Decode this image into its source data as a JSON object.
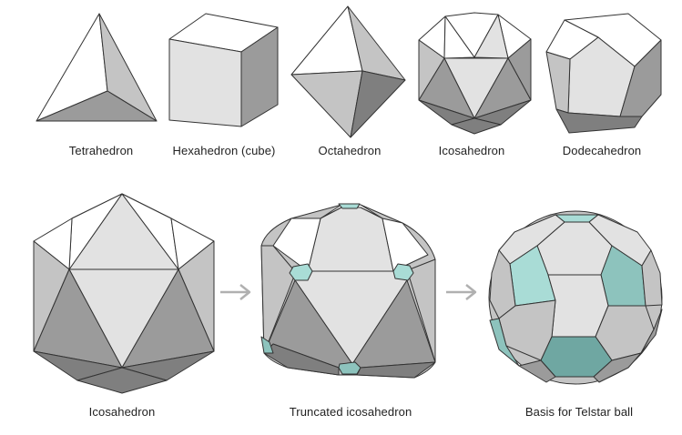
{
  "colors": {
    "face_white": "#ffffff",
    "face_light": "#e2e2e2",
    "face_mid": "#c4c4c4",
    "face_dark": "#9b9b9b",
    "face_darker": "#7f7f7f",
    "teal_light": "#a9dcd6",
    "teal_mid": "#8dc3bd",
    "teal_dark": "#6fa7a2",
    "edge": "#333333",
    "arrow": "#b0b0b0",
    "text": "#222222"
  },
  "labels": {
    "tetrahedron": "Tetrahedron",
    "hexahedron": "Hexahedron (cube)",
    "octahedron": "Octahedron",
    "icosahedron_small": "Icosahedron",
    "dodecahedron": "Dodecahedron",
    "icosahedron_large": "Icosahedron",
    "truncated": "Truncated icosahedron",
    "telstar": "Basis for Telstar ball"
  }
}
